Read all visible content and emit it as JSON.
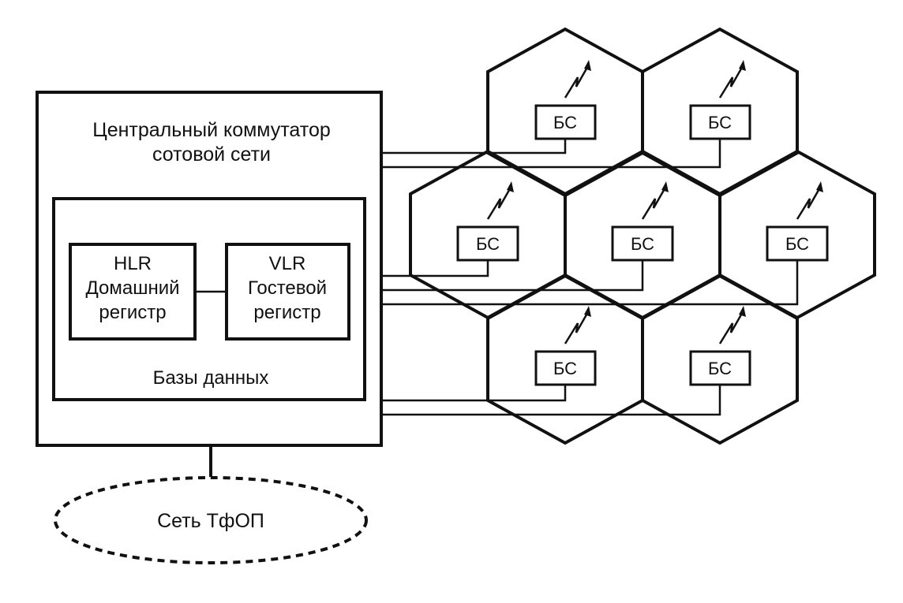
{
  "switch": {
    "title_line1": "Центральный коммутатор",
    "title_line2": "сотовой сети"
  },
  "databases": {
    "label": "Базы данных",
    "hlr": {
      "line1": "HLR",
      "line2": "Домашний",
      "line3": "регистр"
    },
    "vlr": {
      "line1": "VLR",
      "line2": "Гостевой",
      "line3": "регистр"
    }
  },
  "base_stations": [
    {
      "id": "top-left",
      "label": "БС"
    },
    {
      "id": "top-right",
      "label": "БС"
    },
    {
      "id": "mid-left",
      "label": "БС"
    },
    {
      "id": "mid-center",
      "label": "БС"
    },
    {
      "id": "mid-right",
      "label": "БС"
    },
    {
      "id": "bottom-left",
      "label": "БС"
    },
    {
      "id": "bottom-right",
      "label": "БС"
    }
  ],
  "pstn": {
    "label": "Сеть ТфОП"
  },
  "colors": {
    "ink": "#111111",
    "background": "#ffffff"
  }
}
